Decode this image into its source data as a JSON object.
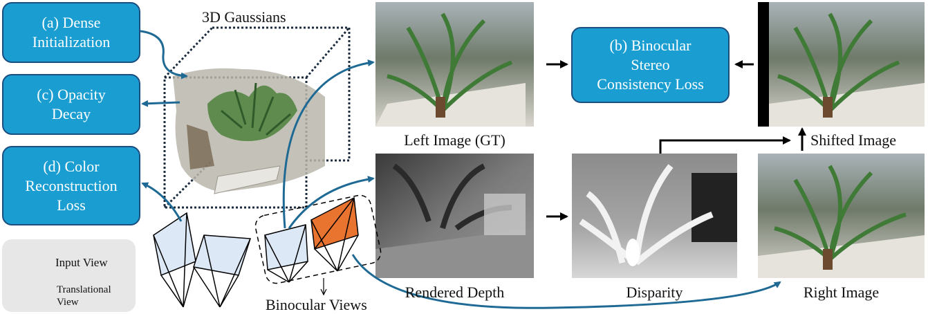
{
  "boxes": {
    "dense_init": [
      "(a) Dense",
      "Initialization"
    ],
    "binocular_loss": [
      "(b) Binocular",
      "Stereo",
      "Consistency Loss"
    ],
    "opacity_decay": [
      "(c) Opacity",
      "Decay"
    ],
    "color_loss": [
      "(d) Color",
      "Reconstruction",
      "Loss"
    ]
  },
  "captions": {
    "gaussians": "3D Gaussians",
    "left_image": "Left Image (GT)",
    "shifted_image": "Shifted Image",
    "rendered_depth": "Rendered Depth",
    "disparity": "Disparity",
    "right_image": "Right Image",
    "binocular_views": "Binocular Views"
  },
  "legend": {
    "input_view": "Input View",
    "translational_view": [
      "Translational",
      "View"
    ]
  },
  "colors": {
    "box_fill": "#1a9ed2",
    "box_border": "#1b4d7e",
    "arrow_curve": "#1f6a94",
    "input_view_fill": "#dde8f6",
    "translational_view_fill": "#e8742f",
    "legend_bg": "#e7e7e7"
  }
}
